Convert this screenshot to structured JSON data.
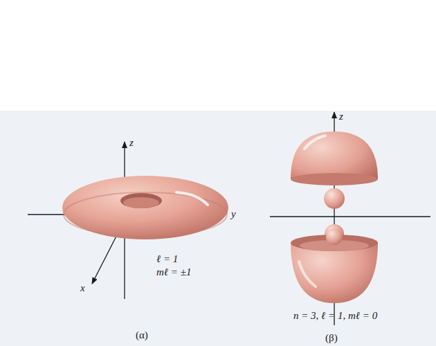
{
  "diagram": {
    "labels": [
      "z",
      "y",
      "x",
      "ℓ = 1",
      "mℓ = ±1",
      "(α)",
      "z",
      "n = 3, ℓ = 1, mℓ = 0",
      "(β)"
    ]
  }
}
